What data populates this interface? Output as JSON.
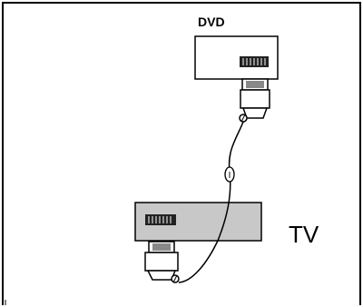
{
  "diagram": {
    "labels": {
      "top_device": "DVD",
      "bottom_device": "TV",
      "cable_marker": "I"
    },
    "colors": {
      "background": "#ffffff",
      "frame": "#000000",
      "top_box_fill": "#ffffff",
      "bottom_box_fill": "#c8c8c8",
      "line": "#000000",
      "plug_fill": "#ffffff"
    }
  }
}
